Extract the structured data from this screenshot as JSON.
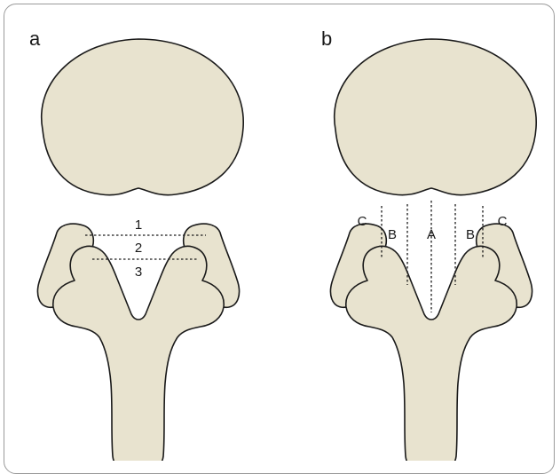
{
  "panels": {
    "a": {
      "letter": "a",
      "levels": [
        "1",
        "2",
        "3"
      ]
    },
    "b": {
      "letter": "b",
      "zones": {
        "left_outer": "C",
        "left_inner": "B",
        "center": "A",
        "right_inner": "B",
        "right_outer": "C"
      }
    }
  },
  "colors": {
    "bone_fill": "#e8e3cf",
    "outline": "#1a1a1a",
    "frame_border": "#9a9a9a"
  }
}
